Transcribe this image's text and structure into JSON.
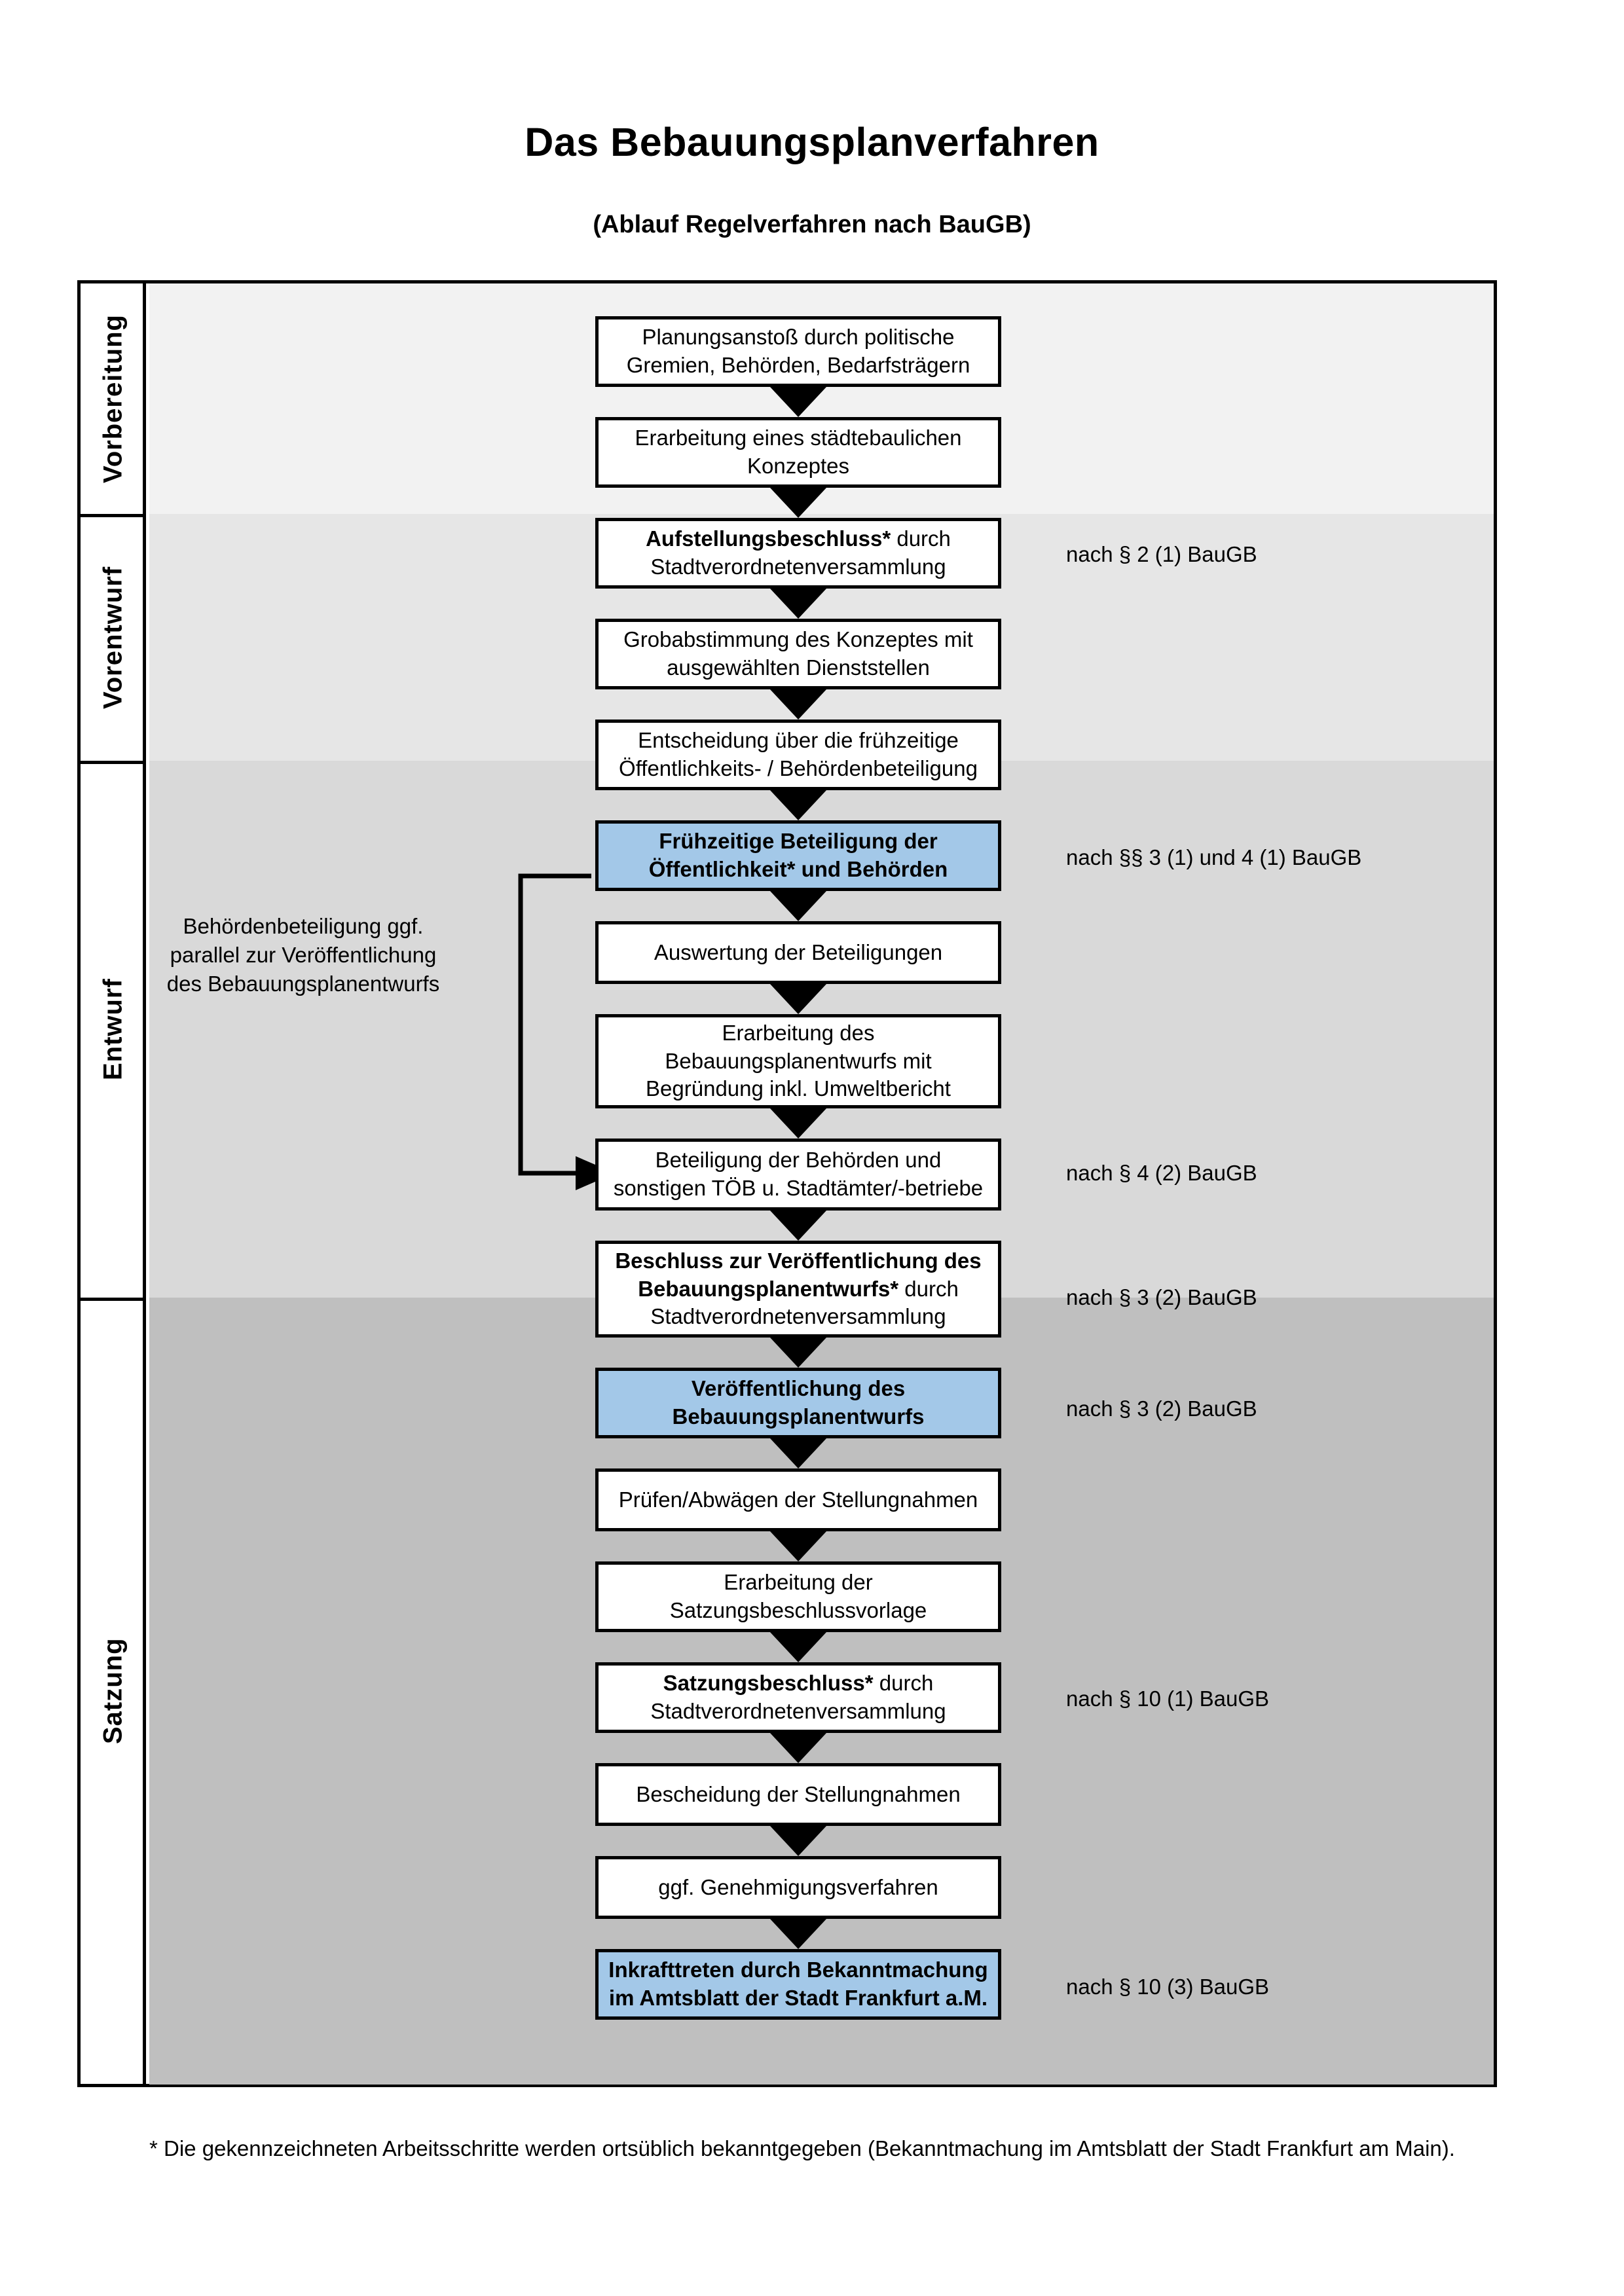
{
  "title": "Das Bebauungsplanverfahren",
  "subtitle": "(Ablauf Regelverfahren nach BauGB)",
  "phases": [
    {
      "label": "Vorbereitung",
      "background": "#F2F2F2"
    },
    {
      "label": "Vorentwurf",
      "background": "#E6E6E6"
    },
    {
      "label": "Entwurf",
      "background": "#D9D9D9"
    },
    {
      "label": "Satzung",
      "background": "#BFBFBF"
    }
  ],
  "colors": {
    "highlight_blue": "#A3C8E8",
    "border_black": "#000000",
    "page_background": "#FFFFFF"
  },
  "steps": [
    {
      "id": "s1",
      "phase": "Vorbereitung",
      "text": "Planungsanstoß durch politische Gremien, Behörden, Bedarfsträgern",
      "bold": false,
      "highlight": false
    },
    {
      "id": "s2",
      "phase": "Vorbereitung",
      "text": "Erarbeitung eines städtebaulichen Konzeptes",
      "bold": false,
      "highlight": false
    },
    {
      "id": "s3",
      "phase": "Vorbereitung",
      "text": "Aufstellungsbeschluss* durch Stadtverordnetenversammlung",
      "bold_prefix": "Aufstellungsbeschluss*",
      "bold_rest": " durch Stadtverordnetenversammlung",
      "bold": true,
      "highlight": false
    },
    {
      "id": "s4",
      "phase": "Vorentwurf",
      "text": "Grobabstimmung des Konzeptes mit ausgewählten Dienststellen",
      "bold": false,
      "highlight": false
    },
    {
      "id": "s5",
      "phase": "Vorentwurf",
      "text": "Entscheidung über die frühzeitige Öffentlichkeits- / Behördenbeteiligung",
      "bold": false,
      "highlight": false
    },
    {
      "id": "s6",
      "phase": "Vorentwurf",
      "text": "Frühzeitige Beteiligung der Öffentlichkeit* und Behörden",
      "bold": true,
      "highlight": true
    },
    {
      "id": "s7",
      "phase": "Entwurf",
      "text": "Auswertung der Beteiligungen",
      "bold": false,
      "highlight": false
    },
    {
      "id": "s8",
      "phase": "Entwurf",
      "text": "Erarbeitung des Bebauungsplanentwurfs mit Begründung inkl. Umweltbericht",
      "bold": false,
      "highlight": false
    },
    {
      "id": "s9",
      "phase": "Entwurf",
      "text": "Beteiligung der Behörden und sonstigen TÖB u. Stadtämter/-betriebe",
      "bold": false,
      "highlight": false
    },
    {
      "id": "s10",
      "phase": "Entwurf",
      "bold_prefix": "Beschluss zur Veröffentlichung des Bebauungsplanentwurfs*",
      "bold_rest": " durch Stadtverordnetenversammlung",
      "text": "Beschluss zur Veröffentlichung des Bebauungsplanentwurfs* durch Stadtverordnetenversammlung",
      "bold": true,
      "highlight": false
    },
    {
      "id": "s11",
      "phase": "Entwurf",
      "text": "Veröffentlichung des Bebauungsplanentwurfs",
      "bold": true,
      "highlight": true
    },
    {
      "id": "s12",
      "phase": "Satzung",
      "text": "Prüfen/Abwägen der Stellungnahmen",
      "bold": false,
      "highlight": false
    },
    {
      "id": "s13",
      "phase": "Satzung",
      "text": "Erarbeitung der Satzungsbeschlussvorlage",
      "bold": false,
      "highlight": false
    },
    {
      "id": "s14",
      "phase": "Satzung",
      "bold_prefix": "Satzungsbeschluss*",
      "bold_rest": " durch Stadtverordnetenversammlung",
      "text": "Satzungsbeschluss* durch Stadtverordnetenversammlung",
      "bold": true,
      "highlight": false
    },
    {
      "id": "s15",
      "phase": "Satzung",
      "text": "Bescheidung der Stellungnahmen",
      "bold": false,
      "highlight": false
    },
    {
      "id": "s16",
      "phase": "Satzung",
      "text": "ggf. Genehmigungsverfahren",
      "bold": false,
      "highlight": false
    },
    {
      "id": "s17",
      "phase": "Satzung",
      "bold_prefix": "Inkrafttreten",
      "bold_rest": " durch Bekanntmachung im Amtsblatt der Stadt Frankfurt a.M.",
      "text": "Inkrafttreten durch Bekanntmachung im Amtsblatt der Stadt Frankfurt a.M.",
      "bold": true,
      "highlight": true
    }
  ],
  "notes": [
    {
      "id": "n1",
      "text": "nach § 2 (1) BauGB",
      "for": "s3"
    },
    {
      "id": "n2",
      "text": "nach §§ 3 (1) und 4 (1) BauGB",
      "for": "s6"
    },
    {
      "id": "n3",
      "text": "nach § 4 (2) BauGB",
      "for": "s9"
    },
    {
      "id": "n4",
      "text": "nach § 3 (2) BauGB",
      "for": "s10"
    },
    {
      "id": "n5",
      "text": "nach § 3 (2) BauGB",
      "for": "s11"
    },
    {
      "id": "n6",
      "text": "nach § 10 (1) BauGB",
      "for": "s14"
    },
    {
      "id": "n7",
      "text": "nach § 10 (3) BauGB",
      "for": "s17"
    }
  ],
  "side_note": "Behördenbeteiligung ggf. parallel zur Veröffentlichung des Bebauungsplanentwurfs",
  "footnote": "* Die gekennzeichneten Arbeitsschritte werden ortsüblich bekanntgegeben (Bekanntmachung im Amtsblatt  der Stadt Frankfurt am Main)."
}
